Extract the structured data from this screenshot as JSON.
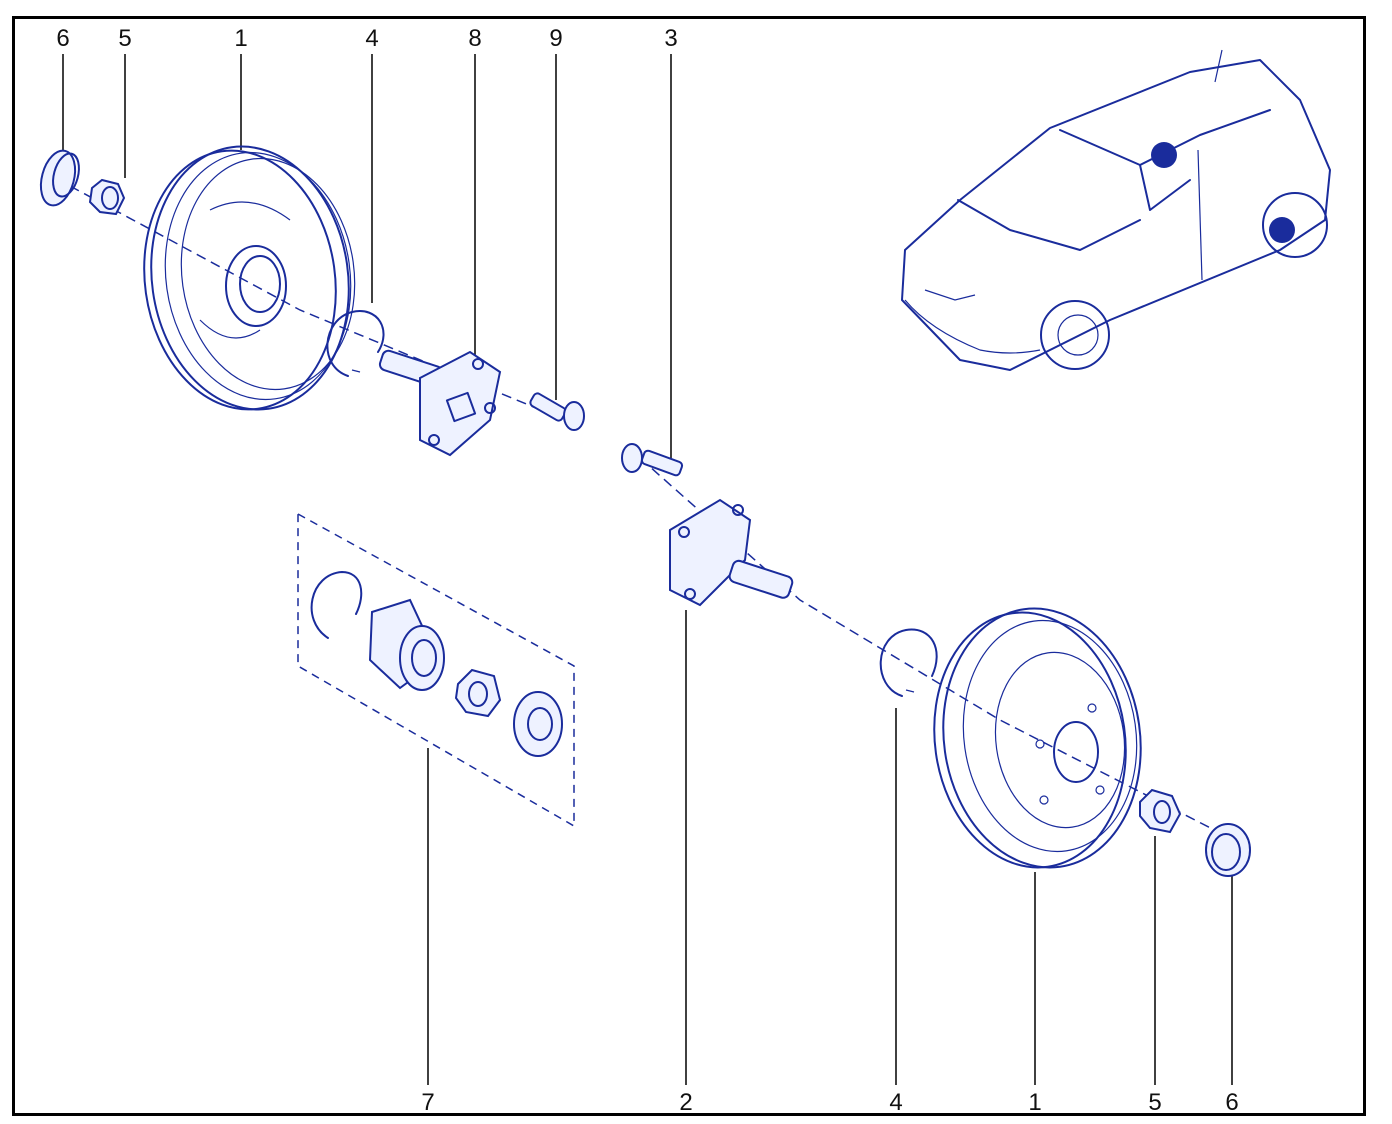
{
  "diagram": {
    "accent_color": "#1a2c9c",
    "callouts": [
      {
        "id": "c6a",
        "label": "6"
      },
      {
        "id": "c5a",
        "label": "5"
      },
      {
        "id": "c1a",
        "label": "1"
      },
      {
        "id": "c4a",
        "label": "4"
      },
      {
        "id": "c8",
        "label": "8"
      },
      {
        "id": "c9",
        "label": "9"
      },
      {
        "id": "c3",
        "label": "3"
      },
      {
        "id": "c7",
        "label": "7"
      },
      {
        "id": "c2",
        "label": "2"
      },
      {
        "id": "c4b",
        "label": "4"
      },
      {
        "id": "c1b",
        "label": "1"
      },
      {
        "id": "c5b",
        "label": "5"
      },
      {
        "id": "c6b",
        "label": "6"
      }
    ]
  }
}
